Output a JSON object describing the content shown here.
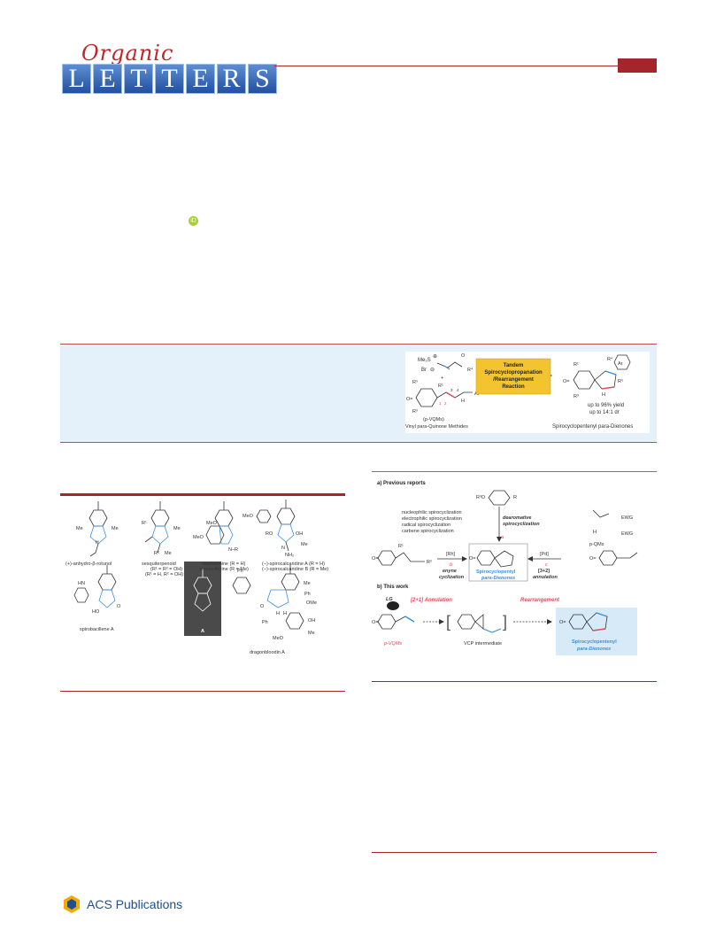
{
  "header": {
    "journal_script": "Organic",
    "journal_letters": [
      "L",
      "E",
      "T",
      "T",
      "E",
      "R",
      "S"
    ],
    "publisher": "ACS Publications"
  },
  "orcid": {
    "icon": "orcid-icon"
  },
  "toc": {
    "reagent": [
      "Me₂S",
      "⊕",
      "Br",
      "⊖",
      "O"
    ],
    "substituents": {
      "r1": "R¹",
      "r2": "R²",
      "r3": "R³",
      "r4": "R⁴",
      "r5": "R⁵",
      "ar": "Ar",
      "h": "H",
      "o_eq": "O="
    },
    "locants": [
      "1",
      "2",
      "3",
      "4"
    ],
    "box_lines": [
      "Tandem",
      "Spirocyclopropanation",
      "/Rearrangement",
      "Reaction"
    ],
    "left_caption_1": "(p-VQMs)",
    "left_caption_2": "Vinyl para-Quinone Methides",
    "yield_1": "up to 96% yield",
    "yield_2": "up to 14:1 dr",
    "right_caption": "Spirocyclopentenyl para-Dienones"
  },
  "figure1": {
    "compounds": [
      "(+)-anhydro-β-rotunol",
      "sesquiterpenoid",
      "(R¹ = R² = OH)",
      "(R¹ = H, R² = OH)",
      "stepharinine (R = H)",
      "pronuciferine (R = Me)",
      "(−)-spirocalcaridine A (R = H)",
      "(−)-spirocalcaridine B (R = Me)",
      "spirobacillene A",
      "A",
      "dragonbloodin A"
    ],
    "atoms": {
      "me": "Me",
      "meo": "MeO",
      "r1": "R¹",
      "r2": "R²",
      "nr": "N–R",
      "oh": "OH",
      "ro": "RO",
      "nh2": "NH₂",
      "n": "N",
      "hn": "HN",
      "ho": "HO",
      "o": "O",
      "ph": "Ph",
      "ome": "OMe",
      "h": "H"
    }
  },
  "scheme1": {
    "section_a": "a) Previous reports",
    "section_b": "b) This work",
    "top_substrate": "R³O",
    "r": "R",
    "methods": [
      "nucleophilic spirocyclization",
      "electrophilic spirocyclization",
      "radical spirocyclization",
      "carbene spirocyclization"
    ],
    "dearomative_1": "dearomative",
    "dearomative_2": "spirocyclization",
    "label_a": "a",
    "label_b": "b",
    "label_c": "c",
    "rh": "[Rh]",
    "pd": "[Pd]",
    "enyne_1": "enyne",
    "enyne_2": "cyclization",
    "annul_1": "[3+2]",
    "annul_2": "annulation",
    "center_product_1": "Spirocyclopentyl",
    "center_product_2": "para-Dienones",
    "ewg": "EWG",
    "pqms": "p-QMs",
    "r1": "R¹",
    "r2": "R²",
    "h": "H",
    "o_eq": "O=",
    "lg": "LG",
    "annulation_21": "[2+1] Annulation",
    "rearrangement": "Rearrangement",
    "pvqms": "p-VQMs",
    "vcp": "VCP intermediate",
    "product_1": "Spirocyclopentenyl",
    "product_2": "para-Dienones"
  },
  "colors": {
    "brand_red": "#a5252b",
    "accent_blue": "#3b8fe0",
    "panel_blue": "#e4f1fb",
    "yellow_box": "#f4c430",
    "pink": "#e24a5a"
  }
}
